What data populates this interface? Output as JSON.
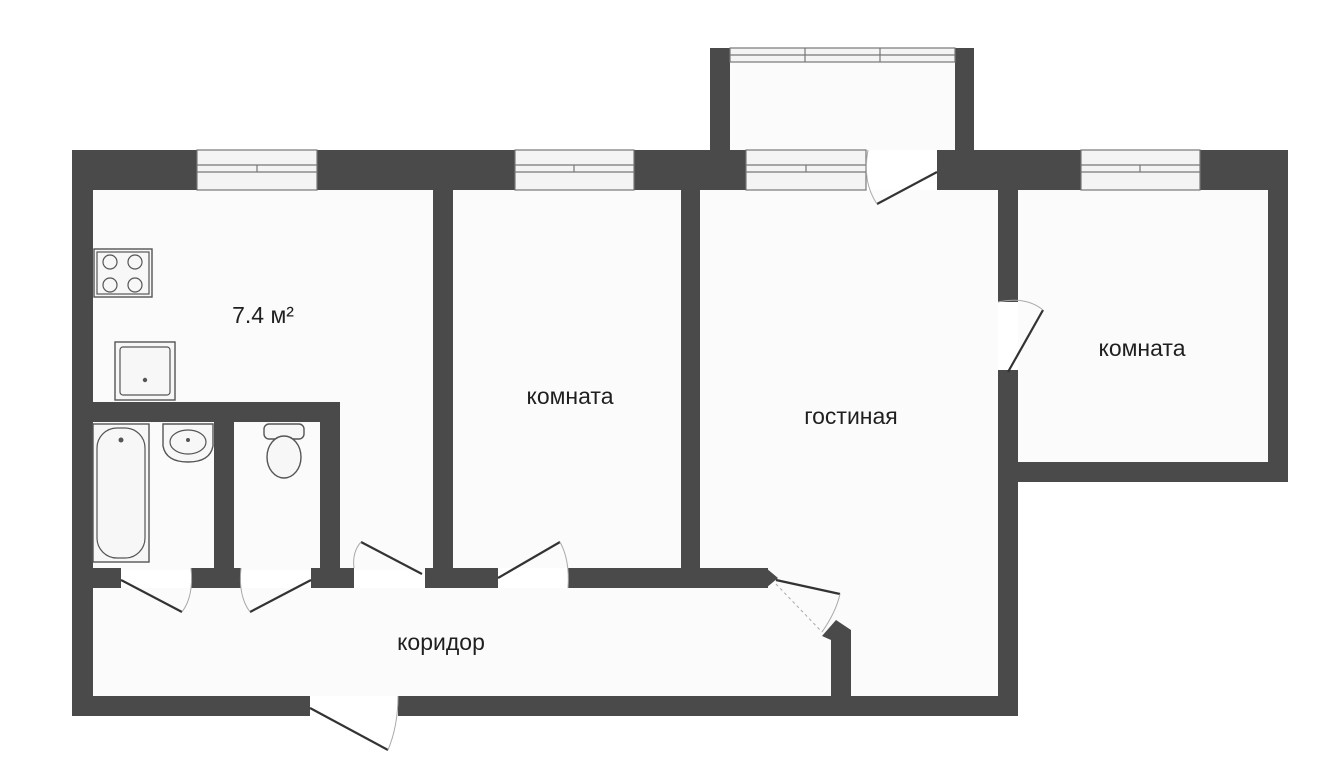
{
  "rooms": {
    "kitchen_area": "7.4 м²",
    "room_middle": "комната",
    "living_room": "гостиная",
    "room_right": "комната",
    "corridor": "коридор"
  }
}
